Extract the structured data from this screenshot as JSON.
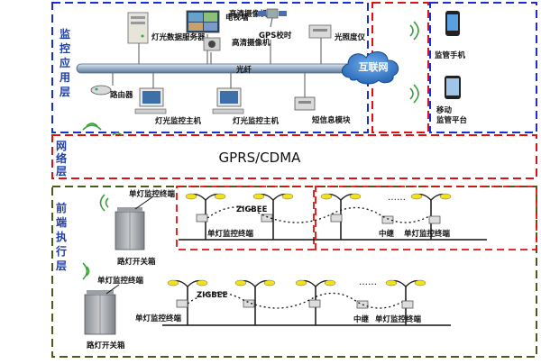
{
  "layers": {
    "monitor": "监控应用层",
    "network": "网络层",
    "front": "前端执行层"
  },
  "monitor": {
    "server": "灯光数据服务器",
    "screen": "电视墙",
    "camera1": "高清摄像机",
    "camera2": "高清摄像机",
    "gps": "GPS校时",
    "light_detector": "光照度仪",
    "ethernet": "光纤",
    "internet": "互联网",
    "router": "路由器",
    "host1": "灯光监控主机",
    "host2": "灯光监控主机",
    "sms": "短信息模块"
  },
  "mobile": {
    "phone": "监管手机",
    "tablet": "移动监管平台"
  },
  "network_label": "GPRS/CDMA",
  "front": {
    "row1": {
      "cabinet_label": "单灯监控终端",
      "switch_label": "路灯开关箱",
      "zigbee": "ZIGBEE",
      "terminal": "单灯监控终端",
      "ellipsis": "……",
      "relay": "中继",
      "terminal_right": "单灯监控终端"
    },
    "row2": {
      "cabinet_label": "单灯监控终端",
      "switch_label": "路灯开关箱",
      "zigbee": "ZIGBEE",
      "terminal": "单灯监控终端",
      "ellipsis": "……",
      "relay": "中继",
      "terminal_right": "单灯监控终端"
    }
  },
  "colors": {
    "blue": "#1a2fcf",
    "red": "#e01010",
    "green": "#4a5a1a",
    "cloud": "#2a6ec0",
    "lamp": "#f2e21a",
    "pipe": "#9ab0c8"
  }
}
